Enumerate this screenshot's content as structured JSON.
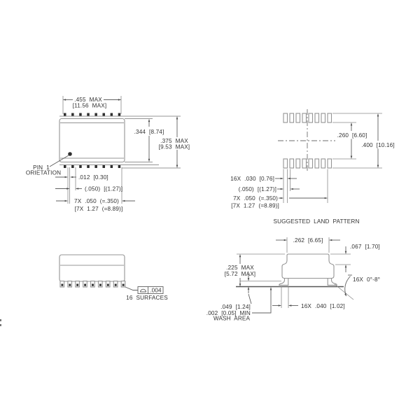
{
  "views": {
    "top": {
      "dim_width_in": ".455 MAX",
      "dim_width_mm": "[11.56 MAX]",
      "dim_body_height": ".344 [8.74]",
      "dim_total_height_in": ".375 MAX",
      "dim_total_height_mm": "[9.53 MAX]",
      "pin1_line1": "PIN 1",
      "pin1_line2": "ORIETATION",
      "dim_lead_width": ".012 [0.30]",
      "dim_pitch": "(.050) [(1.27)]",
      "dim_span_in": "7X .050 (=.350)",
      "dim_span_mm": "[7X 1.27 (=8.89)]"
    },
    "land": {
      "dim_gap": ".260 [6.60]",
      "dim_span_outer": ".400 [10.16]",
      "dim_pad_width": "16X .030 [0.76]",
      "dim_pitch": "(.050) [(1.27)]",
      "dim_span_in": "7X .050 (=.350)",
      "dim_span_mm": "[7X 1.27 (=8.89)]",
      "caption": "SUGGESTED LAND PATTERN"
    },
    "side": {
      "flatness": ".004",
      "surfaces": "16 SURFACES"
    },
    "end": {
      "dim_top_width": ".262 [6.65]",
      "dim_step": ".067 [1.70]",
      "dim_height_in": ".225 MAX",
      "dim_height_mm": "[5.72 MAX]",
      "dim_standoff": ".049 [1.24]",
      "dim_wash1": ".002 [0.05] MIN",
      "dim_wash2": "WASH AREA",
      "dim_foot": "16X .040 [1.02]",
      "dim_angle": "16X 0°-8°"
    }
  },
  "colors": {
    "outline": "#949494",
    "dimension": "#5f5f5f",
    "text": "#333333",
    "dark": "#2e2e2e",
    "background": "#ffffff"
  }
}
